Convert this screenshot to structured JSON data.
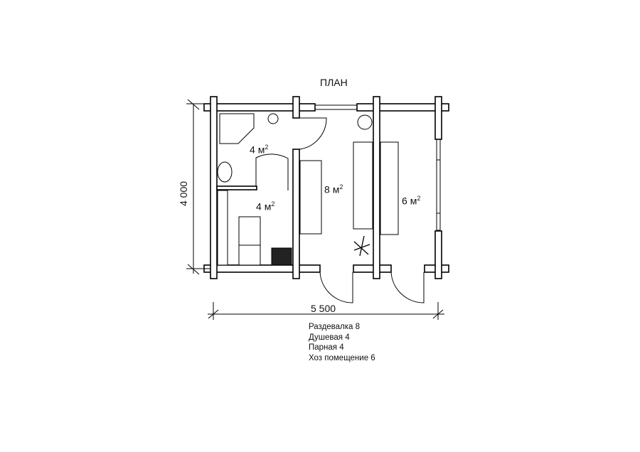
{
  "title": "ПЛАН",
  "dimensions": {
    "height": "4 000",
    "width": "5 500"
  },
  "rooms": [
    {
      "name": "Душевая",
      "area": "4",
      "unit": "м",
      "exp": "2"
    },
    {
      "name": "Парная",
      "area": "4",
      "unit": "м",
      "exp": "2"
    },
    {
      "name": "Раздевалка",
      "area": "8",
      "unit": "м",
      "exp": "2"
    },
    {
      "name": "Хоз помещение",
      "area": "6",
      "unit": "м",
      "exp": "2"
    }
  ],
  "legend": [
    "Раздевалка 8",
    "Душевая 4",
    "Парная 4",
    "Хоз помещение 6"
  ]
}
